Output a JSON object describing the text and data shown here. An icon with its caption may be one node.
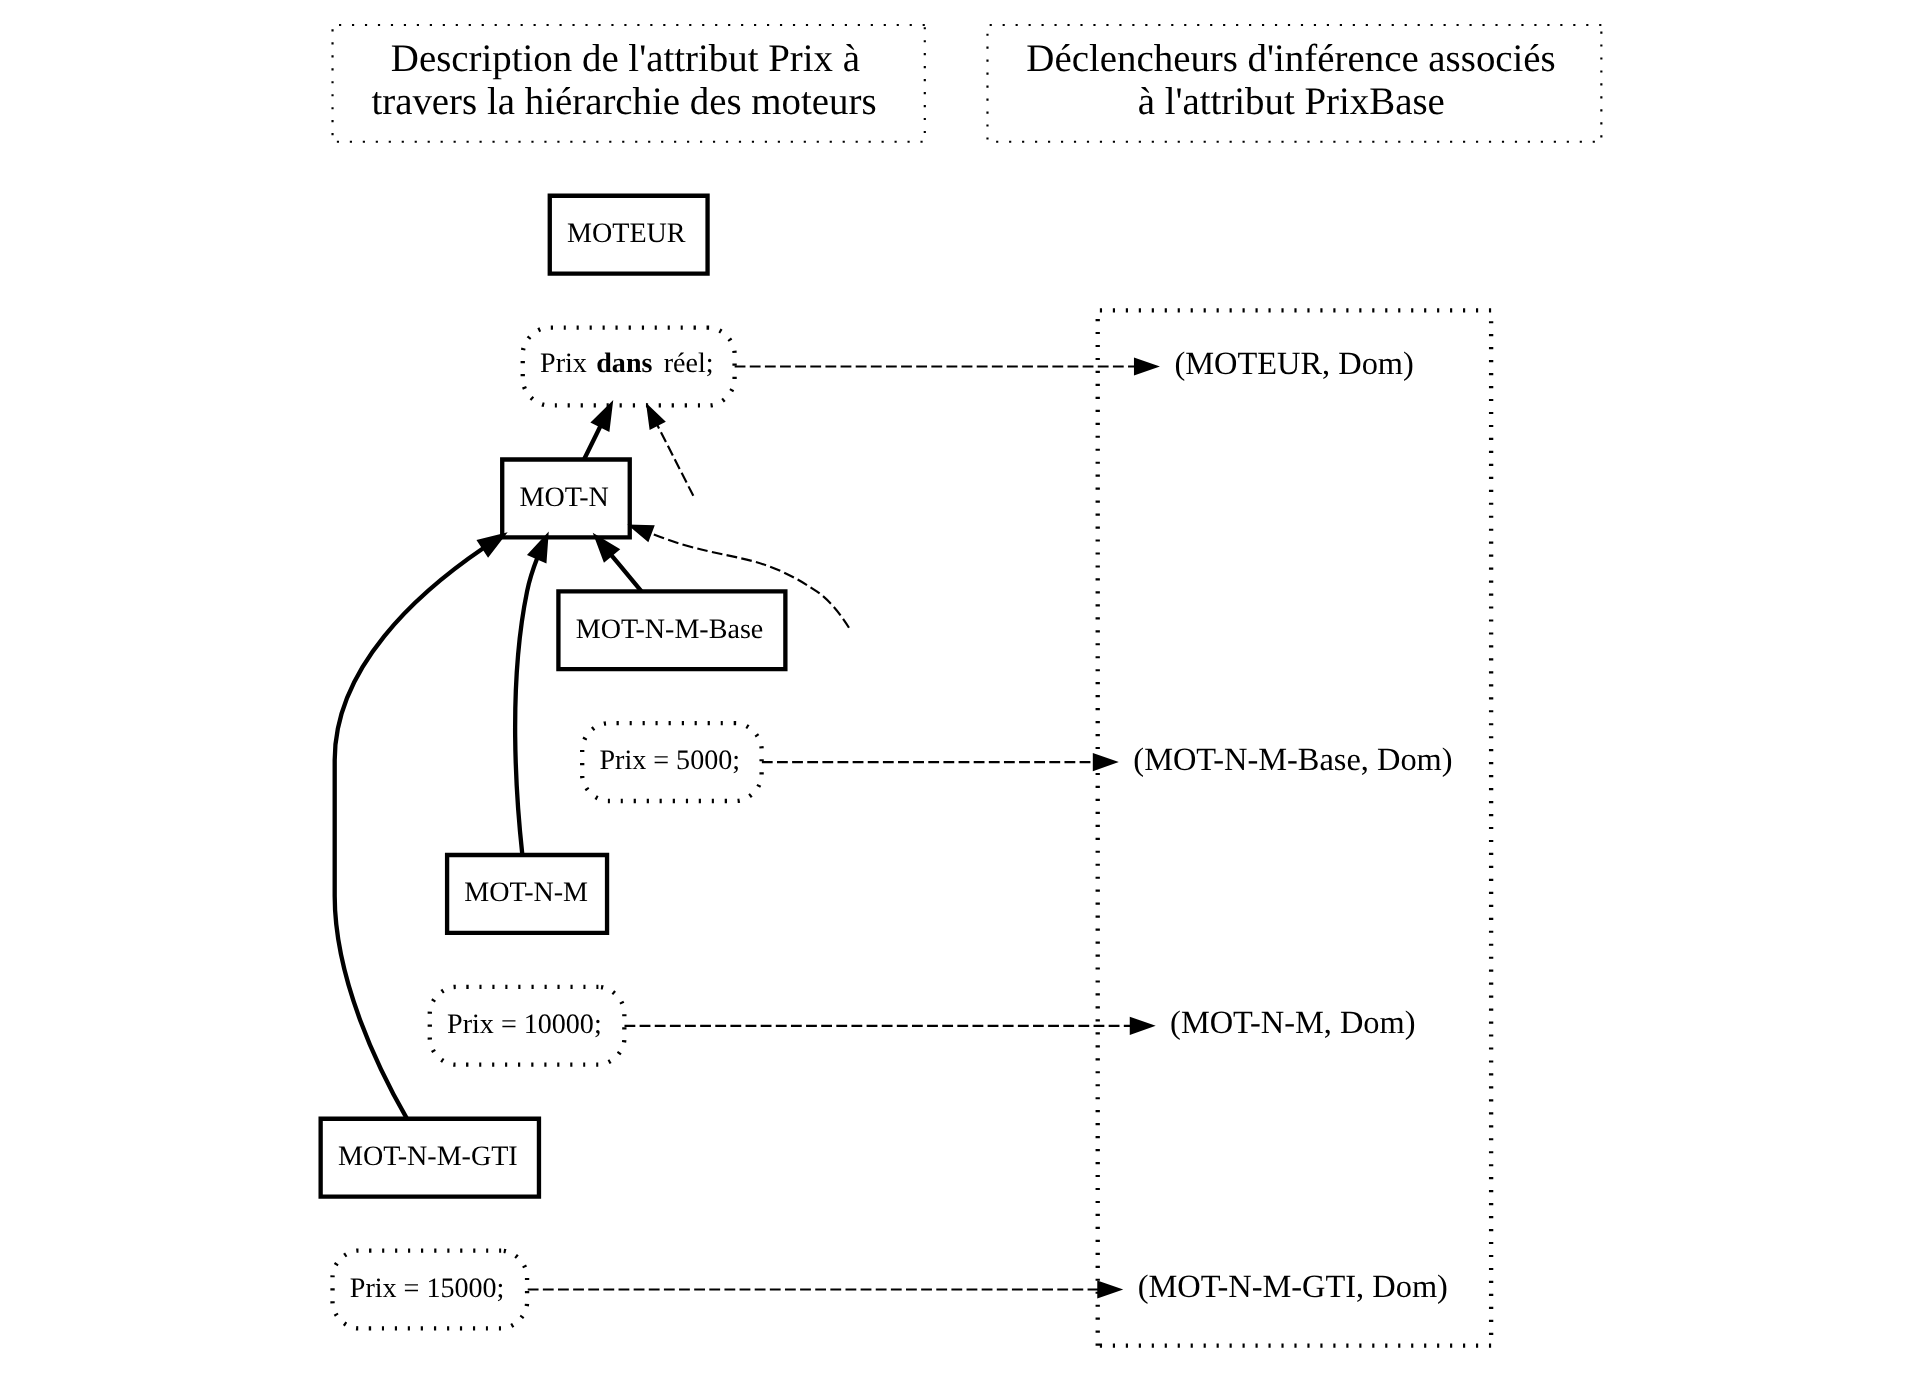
{
  "diagram": {
    "nodes": [
      {
        "text": [
          "Description de l'attribut Prix à travers la hiérarchie des moteurs"
        ]
      },
      {
        "text": [
          "Déclencheurs d'inférence associés à l'attribut PrixBase"
        ]
      },
      {
        "text": [],
        "shape": "box"
      },
      {
        "text": [
          "MOTEUR"
        ]
      },
      {
        "text": [
          "Prix **dans** réel;"
        ]
      },
      {
        "text": [
          "MOT-N"
        ]
      },
      {
        "text": [
          "MOT-N-M-Base"
        ]
      },
      {
        "text": [
          "Prix = 5000;"
        ]
      },
      {
        "text": [
          "MOT-N-M"
        ]
      },
      {
        "text": [
          "Prix = 10000;"
        ]
      },
      {
        "text": [
          "MOT-N-M-GTI"
        ]
      },
      {
        "text": [
          "Prix = 15000;"
        ]
      },
      {
        "text": [
          "(MOTEUR, Dom)"
        ],
        "in": 2
      },
      {
        "text": [
          "(MOT-N-M-Base, Dom)"
        ],
        "in": 2
      },
      {
        "text": [
          "(MOT-N-M, Dom)"
        ],
        "in": 2
      },
      {
        "text": [
          "(MOT-N-M-GTI, Dom)"
        ],
        "in": 2
      }
    ],
    "edges": [
      {
        "from": 5,
        "to": 4,
        "arrow": "to"
      },
      {
        "from": null,
        "to": 4,
        "arrow": "to",
        "style": "dashed"
      },
      {
        "from": null,
        "to": 5,
        "arrow": "to",
        "style": "dashed"
      },
      {
        "from": 6,
        "to": 5,
        "arrow": "to"
      },
      {
        "from": 8,
        "to": 5,
        "arrow": "to"
      },
      {
        "from": 10,
        "to": 5,
        "arrow": "to"
      },
      {
        "from": 4,
        "to": 12,
        "arrow": "to",
        "style": "dashed"
      },
      {
        "from": 7,
        "to": 13,
        "arrow": "to",
        "style": "dashed"
      },
      {
        "from": 9,
        "to": 14,
        "arrow": "to",
        "style": "dashed"
      },
      {
        "from": 11,
        "to": 15,
        "arrow": "to",
        "style": "dashed"
      }
    ]
  }
}
